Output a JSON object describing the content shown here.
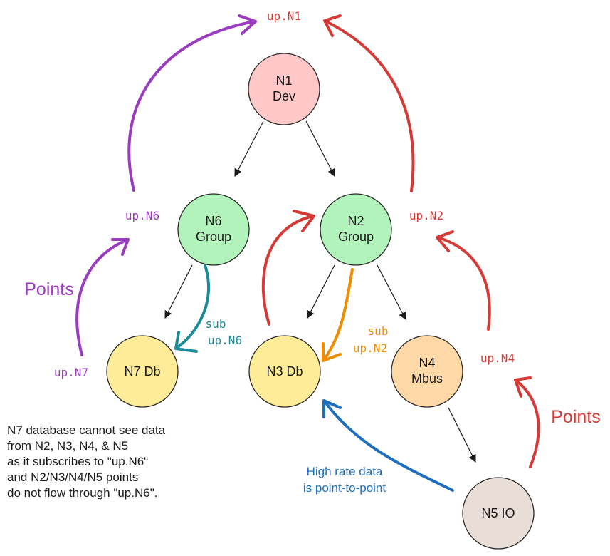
{
  "colors": {
    "red": "#d63a36",
    "purple": "#9b3cc0",
    "teal": "#1b8a99",
    "orange": "#f08c00",
    "blue": "#1f6fbf",
    "n1_fill": "#ffc8c8",
    "green_fill": "#b2f2bb",
    "yellow_fill": "#ffec99",
    "n4_fill": "#ffd8a8",
    "n5_fill": "#e9ddd8"
  },
  "nodes": {
    "n1": {
      "line1": "N1",
      "line2": "Dev"
    },
    "n6": {
      "line1": "N6",
      "line2": "Group"
    },
    "n2": {
      "line1": "N2",
      "line2": "Group"
    },
    "n7": {
      "line1": "N7 Db"
    },
    "n3": {
      "line1": "N3 Db"
    },
    "n4": {
      "line1": "N4",
      "line2": "Mbus"
    },
    "n5": {
      "line1": "N5 IO"
    }
  },
  "labels": {
    "up_n1": "up.N1",
    "up_n6": "up.N6",
    "up_n2": "up.N2",
    "up_n7": "up.N7",
    "up_n4": "up.N4",
    "sub_n6_line1": "sub",
    "sub_n6_line2": "up.N6",
    "sub_n2_line1": "sub",
    "sub_n2_line2": "up.N2",
    "points_left": "Points",
    "points_right": "Points",
    "high_rate_line1": "High rate data",
    "high_rate_line2": "is point-to-point"
  },
  "note": {
    "lines": [
      "N7 database cannot see data",
      "from N2, N3, N4, & N5",
      "as it subscribes to \"up.N6\"",
      "and N2/N3/N4/N5 points",
      "do not flow through \"up.N6\"."
    ]
  }
}
